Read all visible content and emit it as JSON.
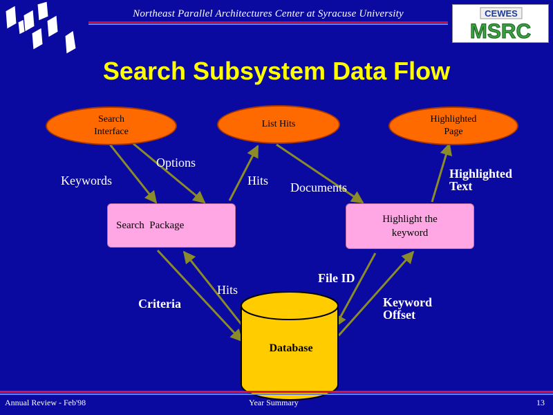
{
  "header": {
    "institution": "Northeast Parallel Architectures Center at Syracuse University",
    "logo_top": "CEWES",
    "logo_bottom": "MSRC"
  },
  "title": "Search Subsystem Data Flow",
  "nodes": {
    "search_interface": "Search\nInterface",
    "list_hits": "List Hits",
    "highlighted_page": "Highlighted\nPage",
    "search_package": "Search  Package",
    "highlight_keyword": "Highlight the\nkeyword",
    "database": "Database"
  },
  "edge_labels": {
    "options": "Options",
    "keywords": "Keywords",
    "hits_top": "Hits",
    "documents": "Documents",
    "highlighted_text": "Highlighted\nText",
    "file_id": "File ID",
    "hits_bottom": "Hits",
    "criteria": "Criteria",
    "keyword_offset": "Keyword\nOffset"
  },
  "footer": {
    "left": "Annual Review - Feb'98",
    "center": "Year Summary",
    "page": "13"
  },
  "colors": {
    "background": "#0a0aa0",
    "title": "#ffff00",
    "oval": "#ff6a00",
    "box": "#ffa6e4",
    "database": "#ffcc00",
    "arrow": "#8b8b2a",
    "rule_red": "#e01040"
  }
}
